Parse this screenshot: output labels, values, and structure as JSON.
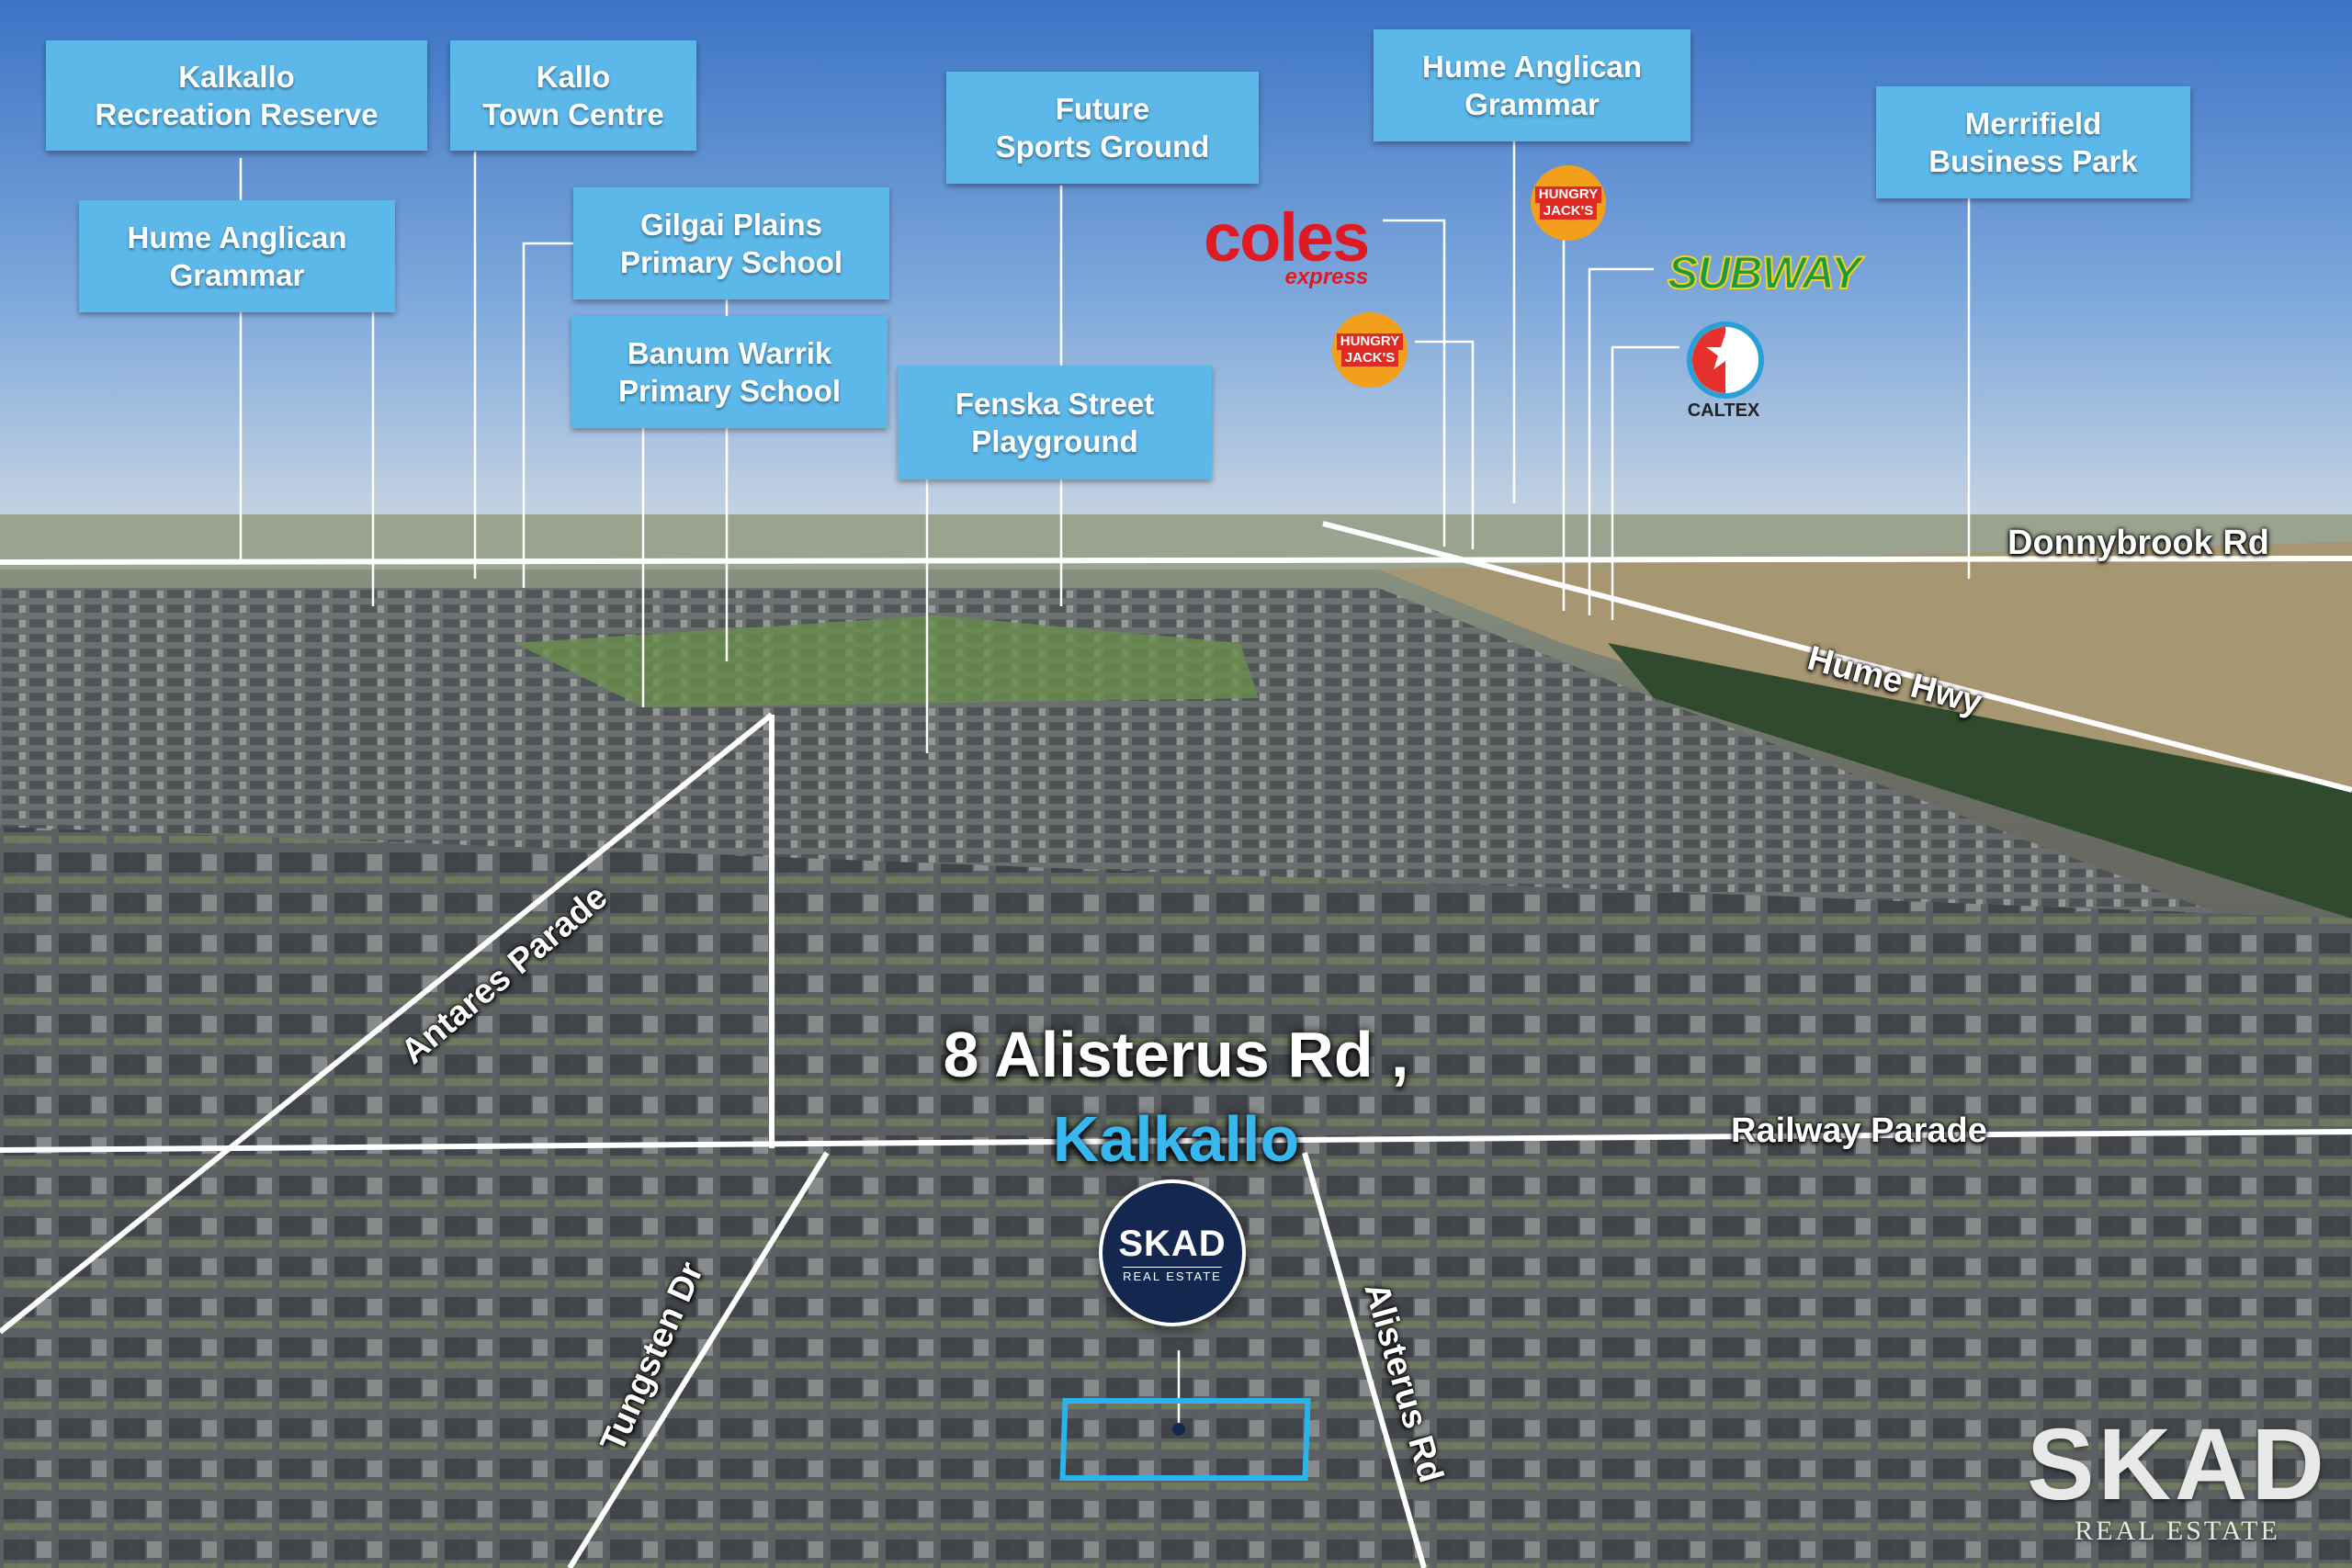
{
  "callouts": {
    "kalkallo_reserve": [
      "Kalkallo",
      "Recreation Reserve"
    ],
    "kallo_town": [
      "Kallo",
      "Town Centre"
    ],
    "future_sports": [
      "Future",
      "Sports Ground"
    ],
    "hume_grammar_right": [
      "Hume Anglican",
      "Grammar"
    ],
    "merrifield": [
      "Merrifield",
      "Business Park"
    ],
    "hume_grammar_left": [
      "Hume Anglican",
      "Grammar"
    ],
    "gilgai": [
      "Gilgai Plains",
      "Primary School"
    ],
    "banum": [
      "Banum Warrik",
      "Primary School"
    ],
    "fenska": [
      "Fenska Street",
      "Playground"
    ]
  },
  "brand_logos": {
    "coles": "coles",
    "coles_sub": "express",
    "hungry_jacks_top": "HUNGRY",
    "hungry_jacks_bottom": "JACK'S",
    "subway": "SUBWAY",
    "caltex": "CALTEX"
  },
  "roads": {
    "donnybrook": "Donnybrook Rd",
    "hume_hwy": "Hume Hwy",
    "antares": "Antares Parade",
    "railway": "Railway Parade",
    "tungsten": "Tungsten Dr",
    "alisterus": "Alisterus Rd"
  },
  "address": {
    "line1": "8 Alisterus Rd ,",
    "line2": "Kalkallo"
  },
  "agency": {
    "pin_name": "SKAD",
    "pin_sub": "REAL ESTATE",
    "watermark_name": "SKAD",
    "watermark_sub": "REAL ESTATE"
  },
  "colors": {
    "callout_bg": "#5db8ea",
    "suburb_text": "#38b6ee",
    "lot_outline": "#28b4ee",
    "pin_bg": "#14284f"
  }
}
